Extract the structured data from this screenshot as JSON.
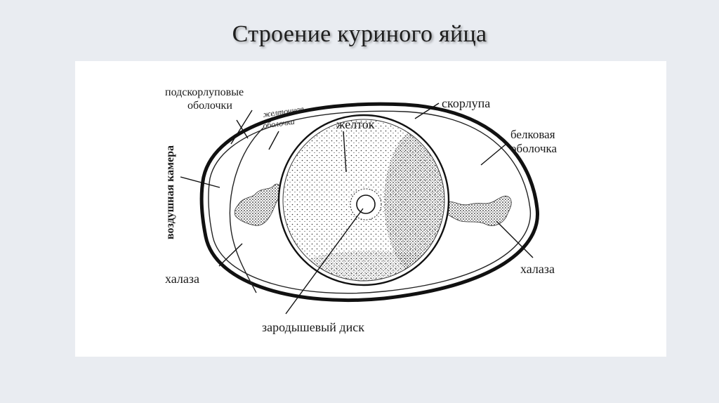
{
  "slide": {
    "title": "Строение куриного яйца"
  },
  "diagram": {
    "labels": {
      "subshell_line1": "подскорлуповые",
      "subshell_line2": "оболочки",
      "vitelline_line1": "желточная",
      "vitelline_line2": "оболочка",
      "yolk": "желток",
      "shell": "скорлупа",
      "albumen_line1": "белковая",
      "albumen_line2": "оболочка",
      "air_cell": "воздушная камера",
      "chalaza_left": "халаза",
      "chalaza_right": "халаза",
      "germinal_disc": "зародышевый диск"
    }
  }
}
